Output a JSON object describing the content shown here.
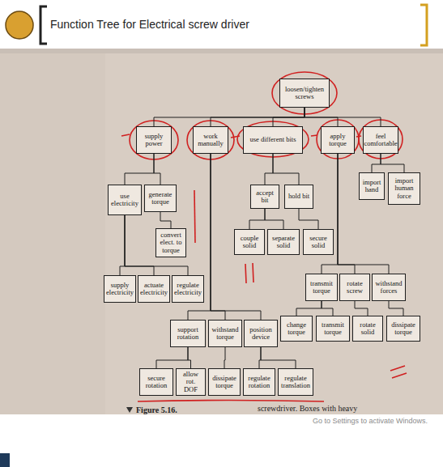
{
  "diagram": {
    "title": "Function Tree for Electrical screw driver",
    "nodes": [
      {
        "text": [
          "loosen/tighten screws"
        ]
      },
      {
        "text": [
          "supply power"
        ]
      },
      {
        "text": [
          "work manually"
        ]
      },
      {
        "text": [
          "use different bits"
        ]
      },
      {
        "text": [
          "apply torque"
        ]
      },
      {
        "text": [
          "feel comfortable"
        ]
      },
      {
        "text": [
          "use electricity"
        ]
      },
      {
        "text": [
          "generate torque"
        ]
      },
      {
        "text": [
          "accept bit"
        ]
      },
      {
        "text": [
          "hold bit"
        ]
      },
      {
        "text": [
          "import hand"
        ]
      },
      {
        "text": [
          "import human force"
        ]
      },
      {
        "text": [
          "convert elect. to torque"
        ]
      },
      {
        "text": [
          "couple solid"
        ]
      },
      {
        "text": [
          "separate solid"
        ]
      },
      {
        "text": [
          "secure solid"
        ]
      },
      {
        "text": [
          "supply electricity"
        ]
      },
      {
        "text": [
          "actuate electricity"
        ]
      },
      {
        "text": [
          "regulate electricity"
        ]
      },
      {
        "text": [
          "transmit torque"
        ]
      },
      {
        "text": [
          "rotate screw"
        ]
      },
      {
        "text": [
          "withstand forces"
        ]
      },
      {
        "text": [
          "support rotation"
        ]
      },
      {
        "text": [
          "withstand torque"
        ]
      },
      {
        "text": [
          "position device"
        ]
      },
      {
        "text": [
          "change torque"
        ]
      },
      {
        "text": [
          "transmit torque"
        ]
      },
      {
        "text": [
          "rotate solid"
        ]
      },
      {
        "text": [
          "dissipate torque"
        ]
      },
      {
        "text": [
          "secure rotation"
        ]
      },
      {
        "text": [
          "allow rot. DOF"
        ]
      },
      {
        "text": [
          "dissipate torque"
        ]
      },
      {
        "text": [
          "regulate rotation"
        ]
      },
      {
        "text": [
          "regulate translation"
        ]
      }
    ],
    "edges": [
      {
        "from": 0,
        "to": 1,
        "arrow": "none"
      },
      {
        "from": 0,
        "to": 2,
        "arrow": "none"
      },
      {
        "from": 0,
        "to": 3,
        "arrow": "none"
      },
      {
        "from": 0,
        "to": 4,
        "arrow": "none"
      },
      {
        "from": 0,
        "to": 5,
        "arrow": "none"
      },
      {
        "from": 1,
        "to": 6,
        "arrow": "none"
      },
      {
        "from": 1,
        "to": 7,
        "arrow": "none"
      },
      {
        "from": 2,
        "to": 22,
        "arrow": "none"
      },
      {
        "from": 2,
        "to": 23,
        "arrow": "none"
      },
      {
        "from": 2,
        "to": 24,
        "arrow": "none"
      },
      {
        "from": 3,
        "to": 8,
        "arrow": "none"
      },
      {
        "from": 3,
        "to": 9,
        "arrow": "none"
      },
      {
        "from": 4,
        "to": 19,
        "arrow": "none"
      },
      {
        "from": 4,
        "to": 20,
        "arrow": "none"
      },
      {
        "from": 4,
        "to": 21,
        "arrow": "none"
      },
      {
        "from": 5,
        "to": 10,
        "arrow": "none"
      },
      {
        "from": 5,
        "to": 11,
        "arrow": "none"
      },
      {
        "from": 6,
        "to": 16,
        "arrow": "none"
      },
      {
        "from": 6,
        "to": 17,
        "arrow": "none"
      },
      {
        "from": 6,
        "to": 18,
        "arrow": "none"
      },
      {
        "from": 7,
        "to": 12,
        "arrow": "none"
      },
      {
        "from": 8,
        "to": 13,
        "arrow": "none"
      },
      {
        "from": 8,
        "to": 14,
        "arrow": "none"
      },
      {
        "from": 9,
        "to": 15,
        "arrow": "none"
      },
      {
        "from": 19,
        "to": 25,
        "arrow": "none"
      },
      {
        "from": 19,
        "to": 26,
        "arrow": "none"
      },
      {
        "from": 20,
        "to": 27,
        "arrow": "none"
      },
      {
        "from": 21,
        "to": 28,
        "arrow": "none"
      },
      {
        "from": 22,
        "to": 29,
        "arrow": "none"
      },
      {
        "from": 22,
        "to": 30,
        "arrow": "none"
      },
      {
        "from": 23,
        "to": 31,
        "arrow": "none"
      },
      {
        "from": 24,
        "to": 32,
        "arrow": "none"
      },
      {
        "from": 24,
        "to": 33,
        "arrow": "none"
      }
    ],
    "labels": [
      "Figure 5.16.",
      "screwdriver. Boxes with heavy",
      "Go to Settings to activate Windows."
    ]
  }
}
